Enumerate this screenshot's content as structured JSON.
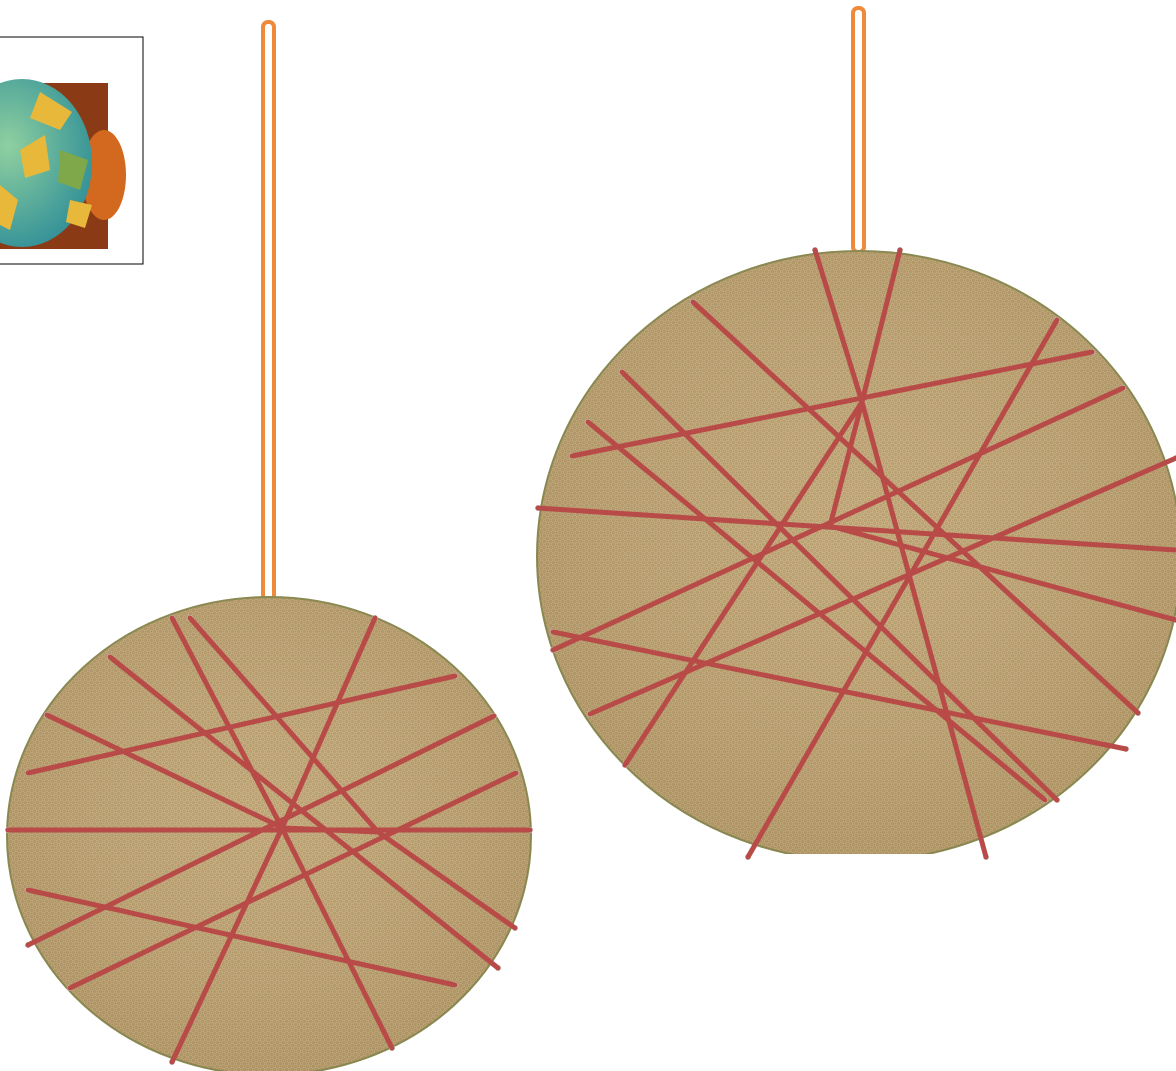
{
  "slide": {
    "background_color": "#ffffff"
  },
  "reference_photo": {
    "subject": "temari-ball-photo",
    "frame_color": "#000000",
    "colors": {
      "background": "#8a3a14",
      "ball_turquoise": "#3fa9b8",
      "ball_yellow": "#e8b83a",
      "ball_green": "#7ea84a",
      "side_orange": "#d2691e"
    }
  },
  "ornaments": [
    {
      "id": "small-ornament",
      "shape": "circle",
      "fabric": "burlap-texture",
      "hanger": "hanging-loop"
    },
    {
      "id": "large-ornament",
      "shape": "circle-with-flat-bottom",
      "fabric": "burlap-texture",
      "hanger": "hanging-loop"
    }
  ],
  "colors": {
    "burlap_base": "#b89d6c",
    "burlap_light": "#cdb589",
    "burlap_dark": "#8f7548",
    "burlap_edge": "#8a8a52",
    "thread": "#b84a47",
    "hanger": "#ee8a3a",
    "pin_gray": "#c9c9c9"
  }
}
